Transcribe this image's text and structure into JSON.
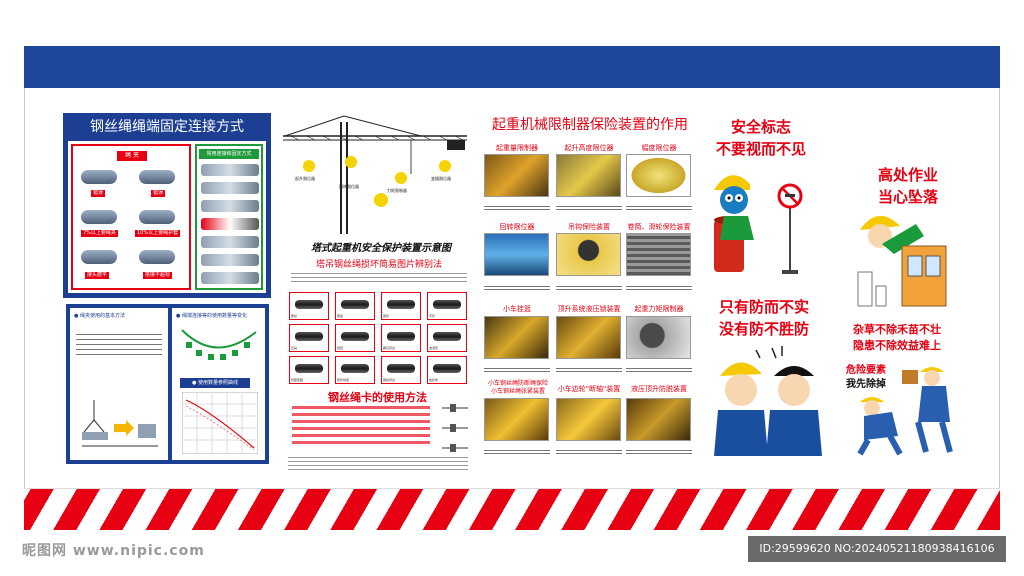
{
  "board": {
    "panel1": {
      "title": "钢丝绳绳端固定连接方式",
      "red_header": "绳 夹",
      "green_header": "常用连接和固定方式",
      "clip_captions": [
        "错误",
        "错误",
        "7%以上要绳夹",
        "10%以上要绳护套",
        "接头磨平",
        "搭接不超标"
      ]
    },
    "panel2": {
      "heading_left": "● 绳夹使用的基本方法",
      "heading_right": "● 绳端连接等的使用数量等变化",
      "chart_caption": "● 使用数量参照曲线"
    },
    "panel3": {
      "labels": [
        "起升限位器",
        "回转限位器",
        "变幅限位器",
        "力矩限制器"
      ],
      "title": "塔式起重机安全保护装置示意图"
    },
    "panel4": {
      "title": "塔吊钢丝绳损坏简易图片辨别法",
      "rope_captions": [
        "断丝",
        "断股",
        "磨损",
        "弯折",
        "压扁",
        "扭结",
        "绳芯挤出",
        "波浪形",
        "局部变粗",
        "笼状畸变",
        "钢丝挤出",
        "热损伤"
      ]
    },
    "panel5": {
      "title": "钢丝绳卡的使用方法"
    },
    "panel6": {
      "title": "起重机械限制器保险装置的作用",
      "devices": [
        "起重量限制器",
        "起升高度限位器",
        "幅度限位器",
        "回转限位器",
        "吊钩保险装置",
        "卷筒、滑轮保险装置",
        "小车挂篮",
        "顶升系统液压锁装置",
        "起重力矩限制器",
        "小车钢丝绳防断绳保险\n小车钢丝绳张紧装置",
        "小车边轮\"断轴\"装置",
        "液压顶升防脱装置"
      ]
    },
    "safety1": {
      "line1": "安全标志",
      "line2": "不要视而不见"
    },
    "safety2": {
      "line1": "只有防而不实",
      "line2": "没有防不胜防"
    },
    "safety3": {
      "line1": "高处作业",
      "line2": "当心坠落"
    },
    "safety4": {
      "line1": "杂草不除禾苗不壮",
      "line2": "隐患不除效益难上",
      "bubble1": "危险要素",
      "bubble2": "我先除掉"
    }
  },
  "watermark": {
    "left": "昵图网 www.nipic.com",
    "right": "ID:29599620 NO:20240521180938416106"
  },
  "colors": {
    "blue": "#1d4798",
    "red": "#e60012",
    "green": "#1e9a3a"
  }
}
